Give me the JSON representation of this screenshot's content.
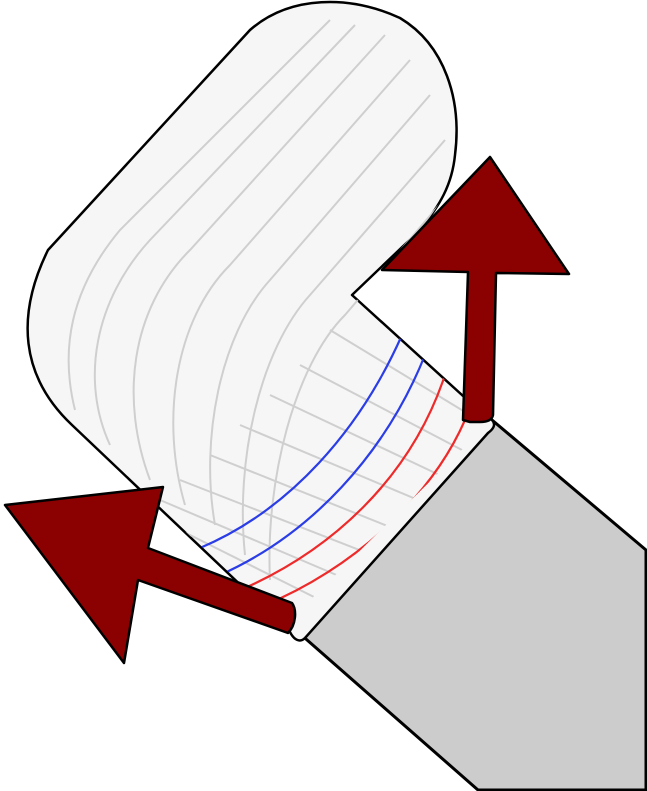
{
  "colors": {
    "background": "#ffffff",
    "outline": "#000000",
    "sheet_fill": "#f6f6f6",
    "contour_lines": "#cfcfcf",
    "blue_lines": "#2a3de6",
    "red_lines": "#ee2a2a",
    "clamp_fill": "#cccccc",
    "arrow_fill": "#8b0000"
  },
  "elements": {
    "bent_sheet": {
      "icon": "bent-sheet-shape"
    },
    "clamp_block": {
      "icon": "rectangular-block"
    },
    "arrow_up": {
      "icon": "arrow-up-icon"
    },
    "arrow_left": {
      "icon": "arrow-up-left-icon"
    },
    "contours": {
      "gray_count": 9,
      "blue_count": 2,
      "red_count": 2
    }
  }
}
